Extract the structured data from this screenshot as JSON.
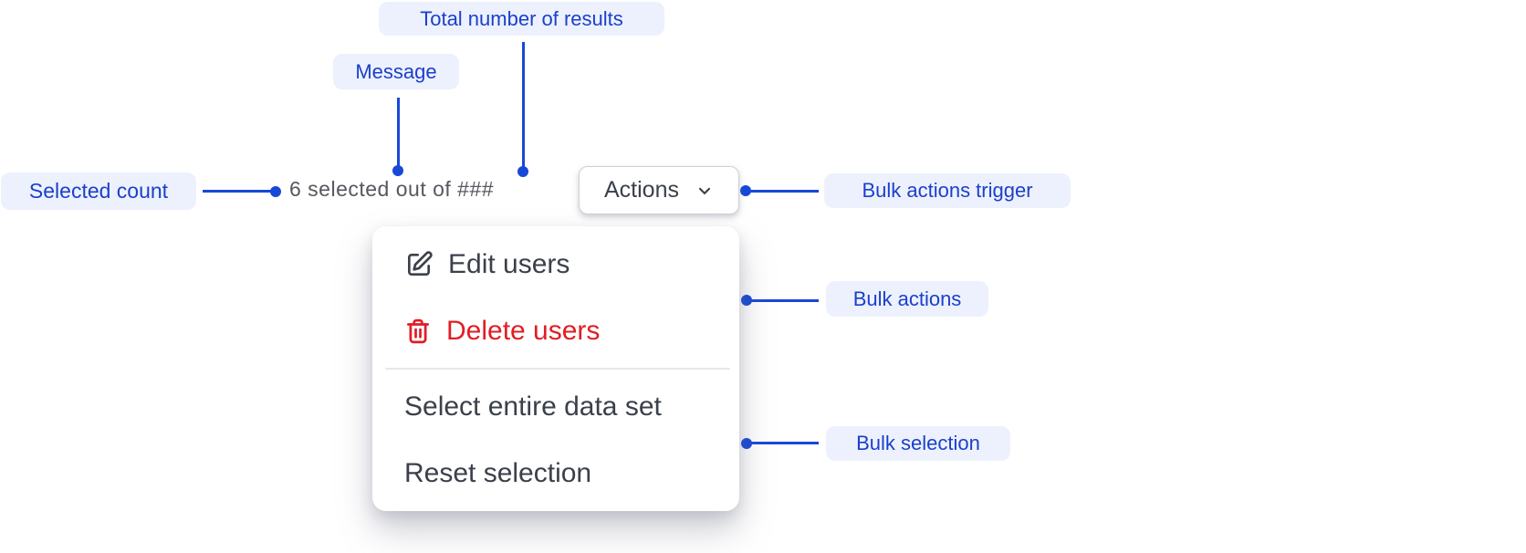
{
  "colors": {
    "annotation_text": "#1b40cb",
    "annotation_background": "#edf1fd",
    "connector_blue": "#1748d8",
    "menu_text": "#3b404b",
    "muted_message_text": "#56585f",
    "danger_red": "#e01e25",
    "button_border": "#cfd0d5",
    "divider": "#e6e7ea"
  },
  "annotations": {
    "total_results": "Total number of results",
    "message": "Message",
    "selected_count": "Selected count",
    "bulk_actions_trigger": "Bulk actions trigger",
    "bulk_actions": "Bulk actions",
    "bulk_selection": "Bulk selection"
  },
  "toolbar": {
    "message": "6 selected out of ###",
    "actions_label": "Actions"
  },
  "menu": {
    "items": [
      {
        "label": "Edit users",
        "icon": "edit-icon",
        "variant": "default"
      },
      {
        "label": "Delete users",
        "icon": "trash-icon",
        "variant": "danger"
      },
      {
        "label": "Select entire data set",
        "icon": "",
        "variant": "default"
      },
      {
        "label": "Reset selection",
        "icon": "",
        "variant": "default"
      }
    ]
  }
}
